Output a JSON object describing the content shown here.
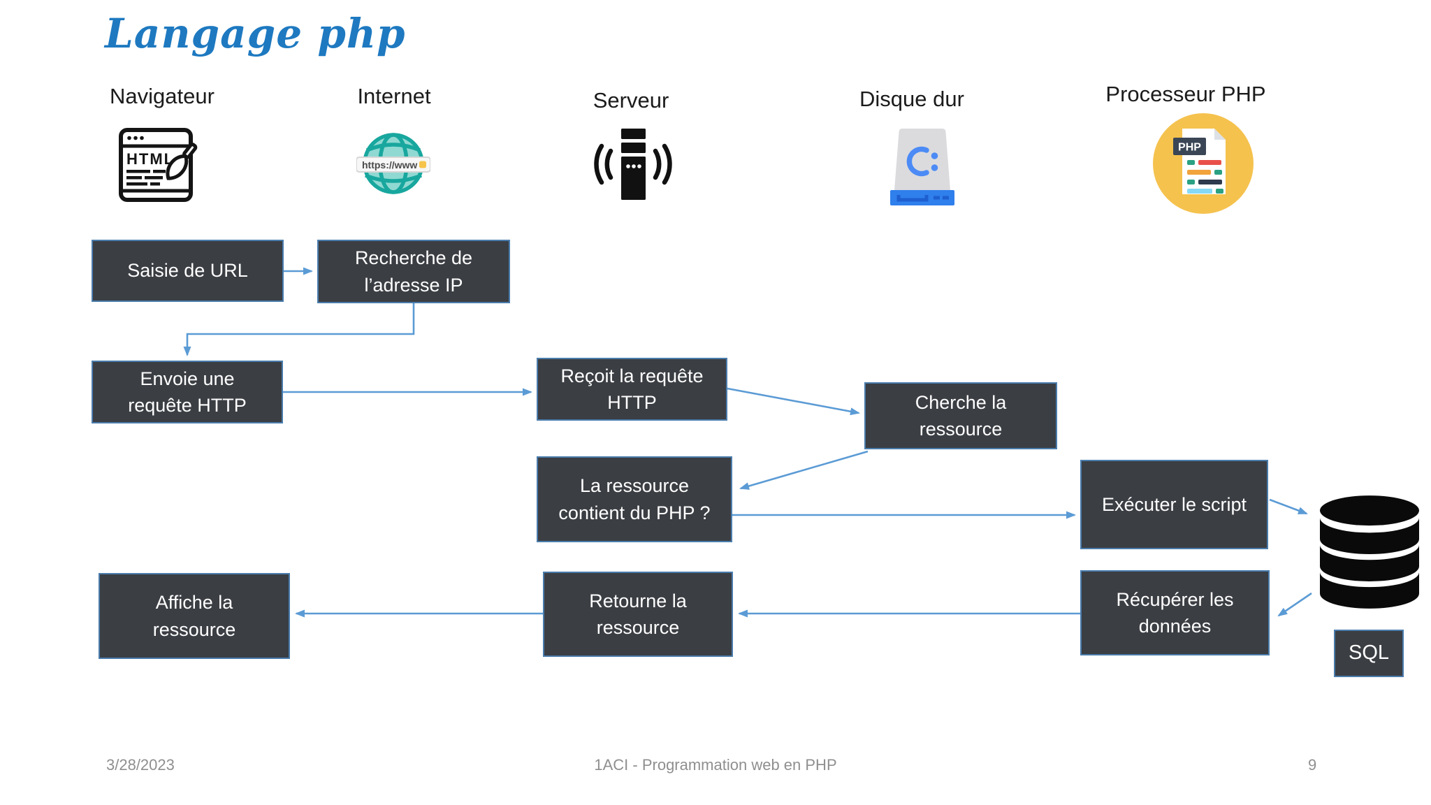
{
  "title": "Langage php",
  "columns": [
    {
      "label": "Navigateur"
    },
    {
      "label": "Internet"
    },
    {
      "label": "Serveur"
    },
    {
      "label": "Disque dur"
    },
    {
      "label": "Processeur PHP"
    }
  ],
  "flow_boxes": {
    "saisie": "Saisie de URL",
    "recherche": "Recherche de\nl’adresse IP",
    "envoie": "Envoie une\nrequête HTTP",
    "recoit": "Reçoit la requête\nHTTP",
    "cherche": "Cherche la\nressource",
    "la_ressource": "La ressource\ncontient du PHP ?",
    "executer": "Exécuter le script",
    "affiche": "Affiche la\nressource",
    "retourne": "Retourne la\nressource",
    "recuperer": "Récupérer les\ndonnées",
    "sql": "SQL"
  },
  "icons": {
    "browser_label": "HTML",
    "globe_url": "https://www",
    "disk_drive_letter": "C:",
    "php_badge": "PHP"
  },
  "footer": {
    "date": "3/28/2023",
    "course": "1ACI - Programmation web en PHP",
    "page": "9"
  },
  "colors": {
    "title_blue": "#1e79c0",
    "box_fill": "#3b3e43",
    "box_border": "#4a7cac",
    "arrow_blue": "#5b9bd5",
    "globe_teal": "#18a79e",
    "globe_fill": "#8fd9d2",
    "disk_blue": "#2f7fec",
    "php_circle_yellow": "#f5c24e",
    "footer_gray": "#8f8f8f"
  }
}
